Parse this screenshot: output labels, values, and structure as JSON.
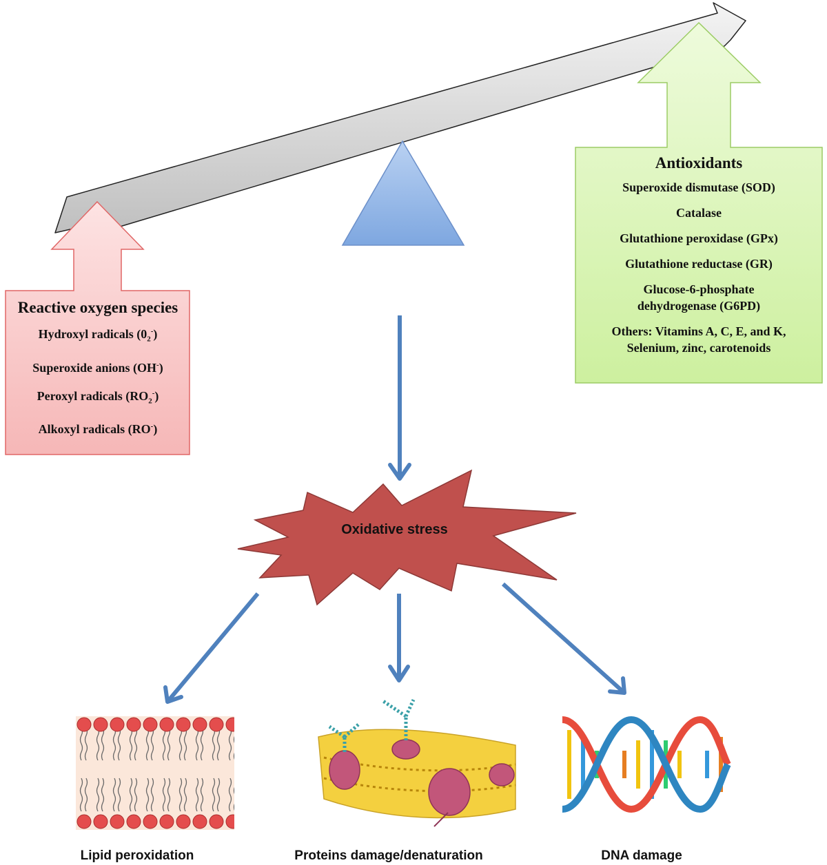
{
  "ros": {
    "title": "Reactive oxygen species",
    "items": [
      {
        "main": "Hydroxyl radicals (0",
        "sub": "2",
        "sup": "-",
        "end": ")"
      },
      {
        "main": "Superoxide anions (OH",
        "sub": "",
        "sup": "-",
        "end": ")"
      },
      {
        "main": "Peroxyl radicals (RO",
        "sub": "2",
        "sup": "-",
        "end": ")"
      },
      {
        "main": "Alkoxyl radicals (RO",
        "sub": "",
        "sup": "-",
        "end": ")"
      }
    ]
  },
  "antioxidants": {
    "title": "Antioxidants",
    "items": [
      "Superoxide dismutase (SOD)",
      "Catalase",
      "Glutathione peroxidase (GPx)",
      "Glutathione reductase (GR)",
      "Glucose-6-phosphate dehydrogenase (G6PD)",
      "Others: Vitamins A, C, E, and K, Selenium, zinc, carotenoids"
    ]
  },
  "center": {
    "label": "Oxidative stress"
  },
  "outcomes": {
    "lipid": "Lipid peroxidation",
    "proteins": "Proteins damage/denaturation",
    "dna": "DNA damage"
  },
  "colors": {
    "ros_fill": "#f8c9c9",
    "ros_border": "#e06666",
    "anti_fill": "#d6f5b0",
    "anti_border": "#9ccc65",
    "fulcrum": "#8fb4e6",
    "arrow_blue": "#4f81bd",
    "stress_fill": "#c0504d",
    "beam": "#d9d9d9"
  }
}
